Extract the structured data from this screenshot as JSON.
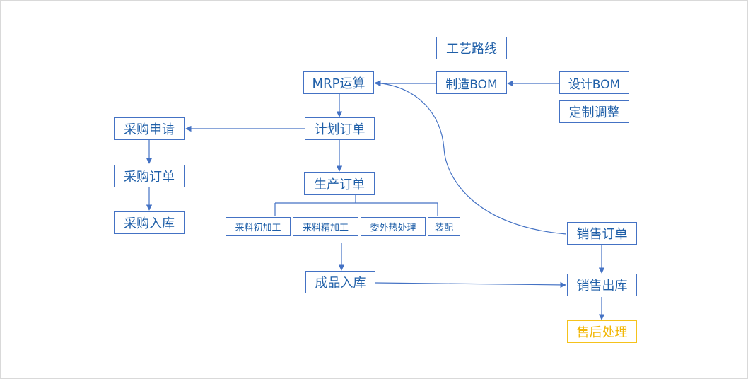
{
  "diagram": {
    "line_color": "#4472c4",
    "text_color": "#1f5fa8",
    "highlight_color": "#f2b705",
    "nodes": {
      "process_route": "工艺路线",
      "mrp": "MRP运算",
      "mfg_bom": "制造BOM",
      "design_bom": "设计BOM",
      "custom_adjust": "定制调整",
      "purchase_request": "采购申请",
      "plan_order": "计划订单",
      "purchase_order": "采购订单",
      "production_order": "生产订单",
      "purchase_inbound": "采购入库",
      "material_rough": "来料初加工",
      "material_fine": "来料精加工",
      "outsource_heat": "委外热处理",
      "assembly": "装配",
      "sales_order": "销售订单",
      "finished_inbound": "成品入库",
      "sales_outbound": "销售出库",
      "after_sales": "售后处理"
    }
  }
}
